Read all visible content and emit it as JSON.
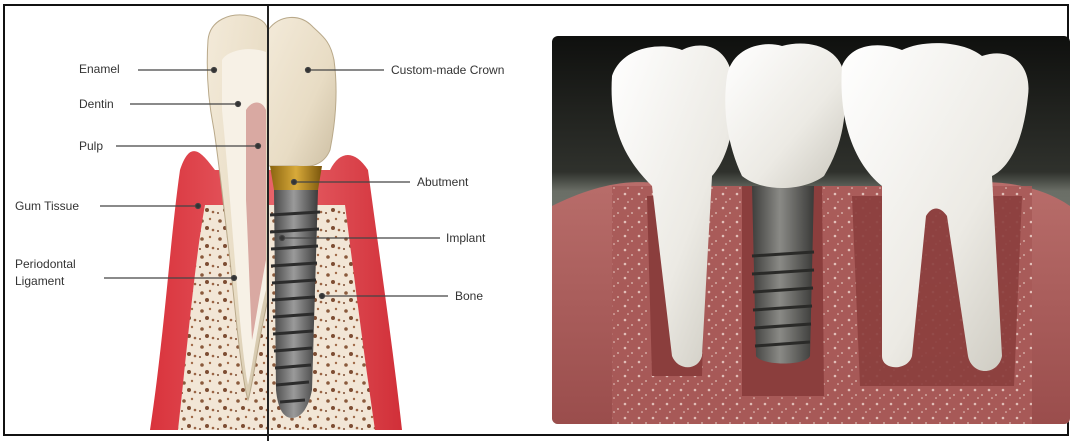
{
  "labels_left": {
    "enamel": "Enamel",
    "dentin": "Dentin",
    "pulp": "Pulp",
    "gum_tissue": "Gum Tissue",
    "periodontal_line1": "Periodontal",
    "periodontal_line2": "Ligament"
  },
  "labels_right": {
    "crown": "Custom-made Crown",
    "abutment": "Abutment",
    "implant": "Implant",
    "bone": "Bone"
  }
}
